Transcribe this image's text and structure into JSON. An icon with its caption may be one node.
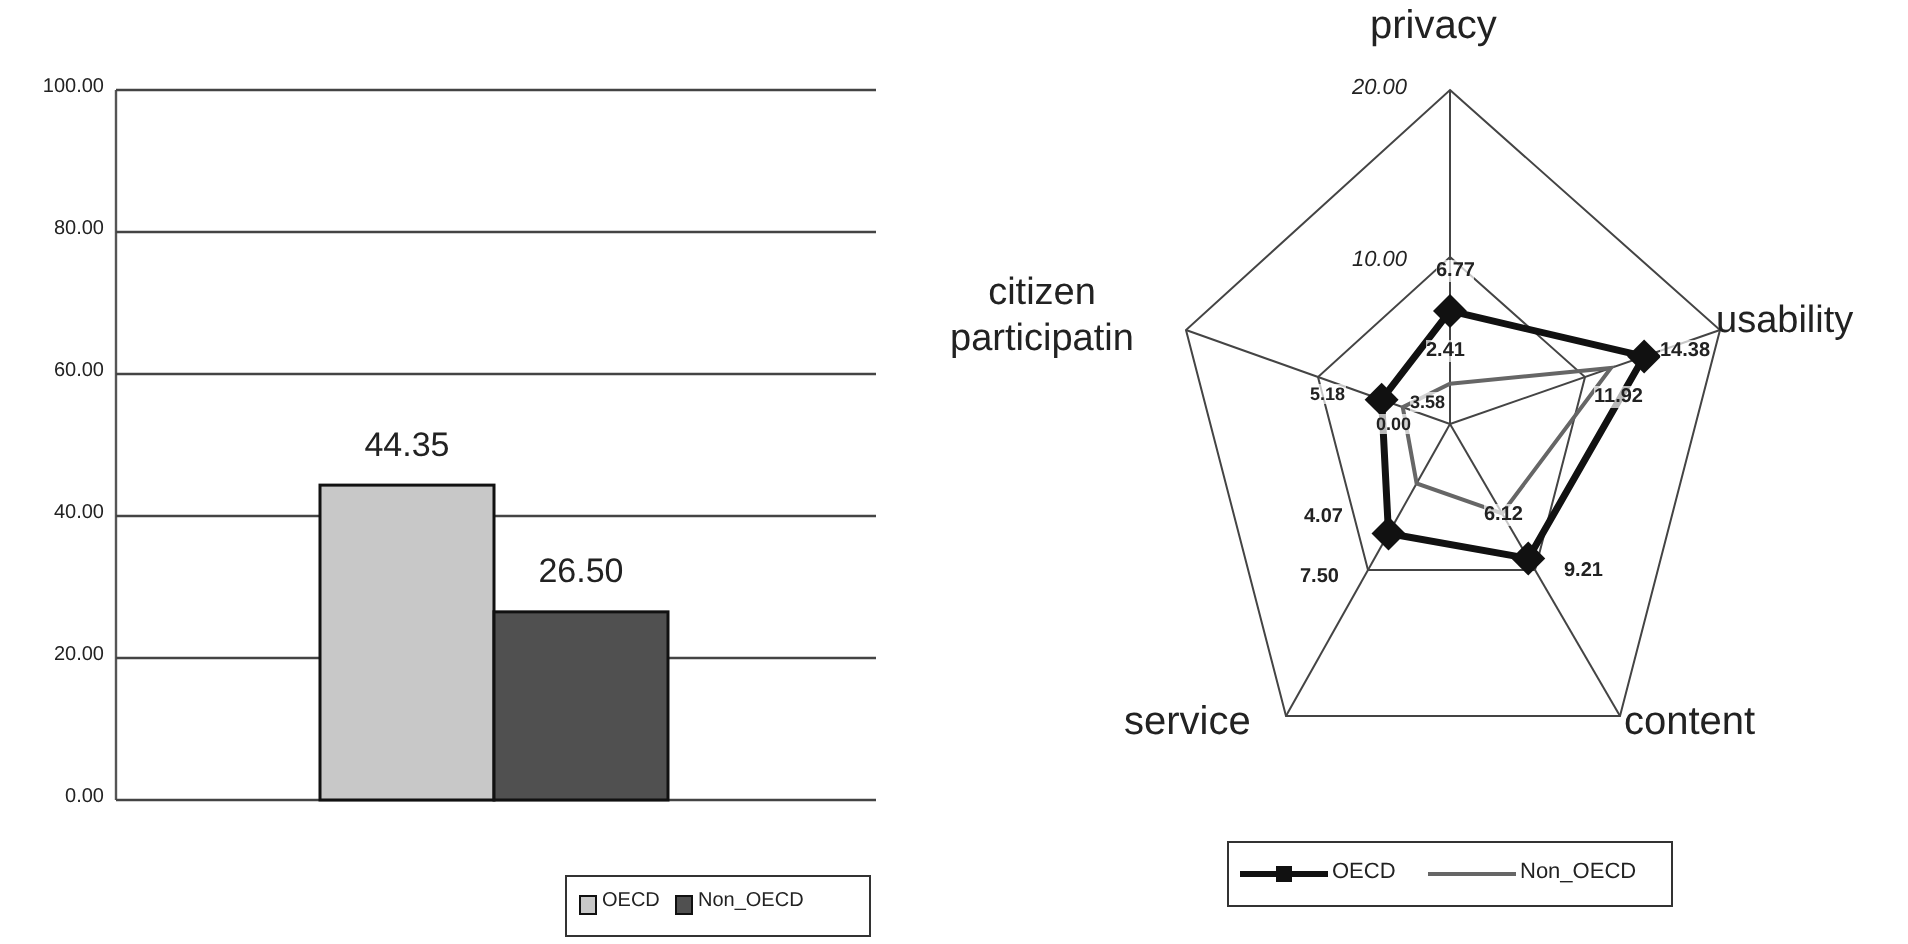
{
  "diagram": {
    "labels": [
      "privacy",
      "20.00",
      "10.00",
      "citizen participatin",
      "usability",
      "0.00",
      "6.77",
      "2.41",
      "14.38",
      "11.92",
      "5.18",
      "3.58",
      "4.07",
      "7.50",
      "6.12",
      "9.21",
      "service",
      "content"
    ],
    "legend": [
      {
        "text": "OECD"
      },
      {
        "text": "Non_OECD"
      }
    ],
    "chart_data": {
      "type": "bar",
      "categories": [
        null
      ],
      "series": [
        {
          "name": "OECD",
          "color": "#c8c8c8",
          "values": [
            44.35
          ]
        },
        {
          "name": "Non_OECD",
          "color": "#505050",
          "values": [
            26.5
          ]
        }
      ],
      "ylim": [
        0,
        100
      ],
      "yticks": [
        {
          "value": 0,
          "label": "0.00"
        },
        {
          "value": 20,
          "label": "20.00"
        },
        {
          "value": 40,
          "label": "40.00"
        },
        {
          "value": 60,
          "label": "60.00"
        },
        {
          "value": 80,
          "label": "80.00"
        },
        {
          "value": 100,
          "label": "100.00"
        }
      ],
      "value_labels": [
        [
          "44.35"
        ],
        [
          "26.50"
        ]
      ],
      "grid": true,
      "legend": true
    }
  }
}
